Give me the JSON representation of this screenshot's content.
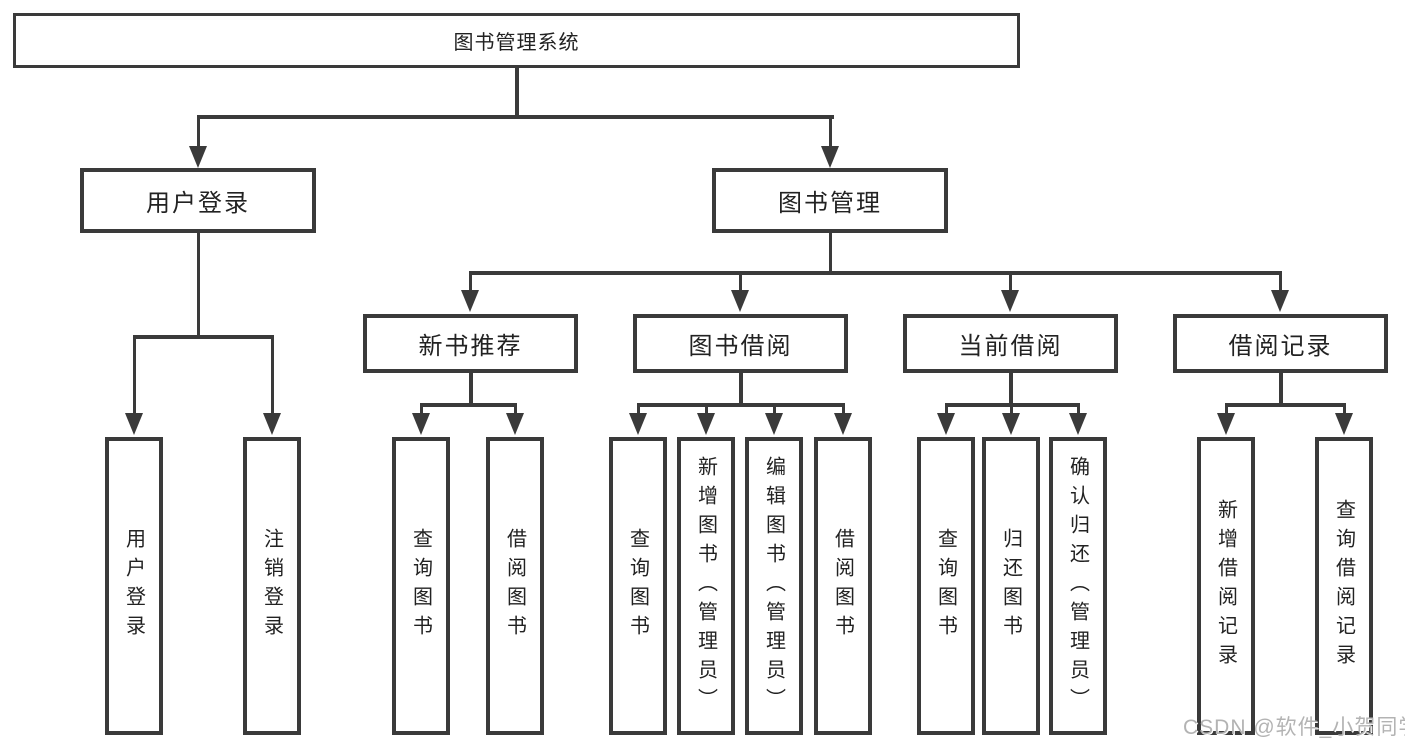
{
  "colors": {
    "background": "#ffffff",
    "line": "#3a3a3a",
    "text": "#222222",
    "watermark": "#b3b3b3"
  },
  "watermark": {
    "text": "CSDN @软件_小贺同学"
  },
  "diagram": {
    "root": {
      "label": "图书管理系统"
    },
    "branches": [
      {
        "label": "用户登录",
        "children": [
          {
            "label": "用户登录"
          },
          {
            "label": "注销登录"
          }
        ]
      },
      {
        "label": "图书管理",
        "groups": [
          {
            "label": "新书推荐",
            "children": [
              {
                "label": "查询图书"
              },
              {
                "label": "借阅图书"
              }
            ]
          },
          {
            "label": "图书借阅",
            "children": [
              {
                "label": "查询图书"
              },
              {
                "label": "新增图书（管理员）"
              },
              {
                "label": "编辑图书（管理员）"
              },
              {
                "label": "借阅图书"
              }
            ]
          },
          {
            "label": "当前借阅",
            "children": [
              {
                "label": "查询图书"
              },
              {
                "label": "归还图书"
              },
              {
                "label": "确认归还（管理员）"
              }
            ]
          },
          {
            "label": "借阅记录",
            "children": [
              {
                "label": "新增借阅记录"
              },
              {
                "label": "查询借阅记录"
              }
            ]
          }
        ]
      }
    ]
  }
}
